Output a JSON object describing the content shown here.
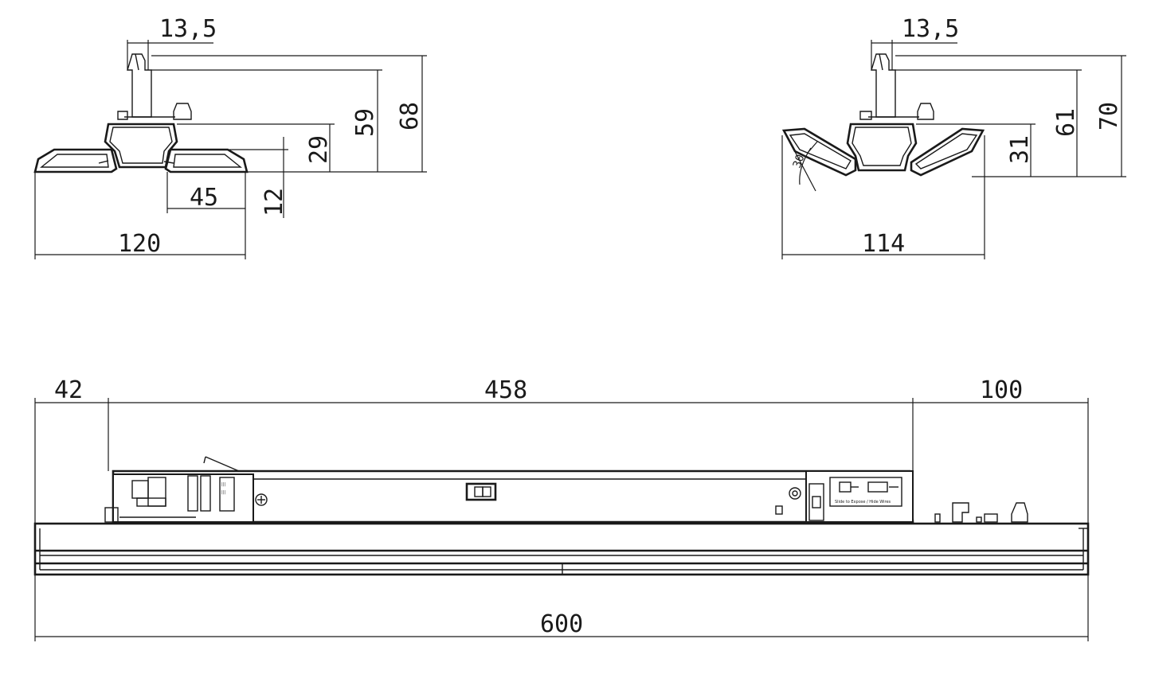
{
  "dimensions": {
    "left_view": {
      "offset": "13,5",
      "height_total": "68",
      "height_inner": "59",
      "height_body": "29",
      "wing_width": "45",
      "wing_height": "12",
      "width_total": "120"
    },
    "right_view": {
      "offset": "13,5",
      "height_total": "70",
      "height_inner": "61",
      "height_body": "31",
      "angle": "30",
      "width_total": "114"
    },
    "front_view": {
      "left_offset": "42",
      "gear_length": "458",
      "right_offset": "100",
      "total_length": "600"
    }
  },
  "labels": {
    "sticker_text": "Slide to Expose / Hide Wires"
  }
}
